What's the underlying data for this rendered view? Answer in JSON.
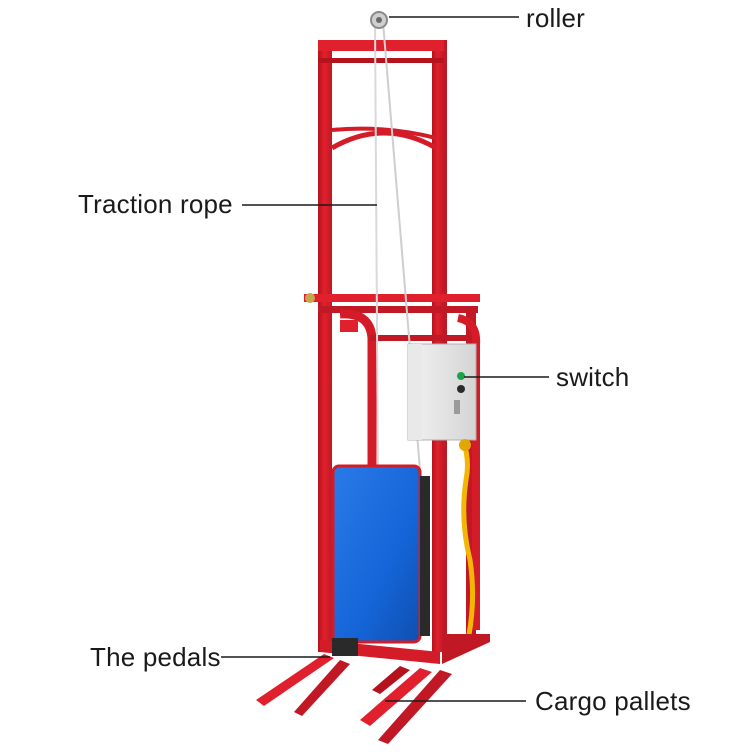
{
  "labels": {
    "roller": "roller",
    "traction_rope": "Traction rope",
    "switch": "switch",
    "pedals": "The pedals",
    "cargo_pallets": "Cargo pallets"
  },
  "colors": {
    "frame_red": "#e0202d",
    "frame_red_dark": "#b5121d",
    "pedal_blue": "#1565d8",
    "switch_box": "#e6e6e6",
    "cable_yellow": "#f2b705",
    "rope": "#cfcfcf",
    "leader_line": "#1a1a1a"
  }
}
